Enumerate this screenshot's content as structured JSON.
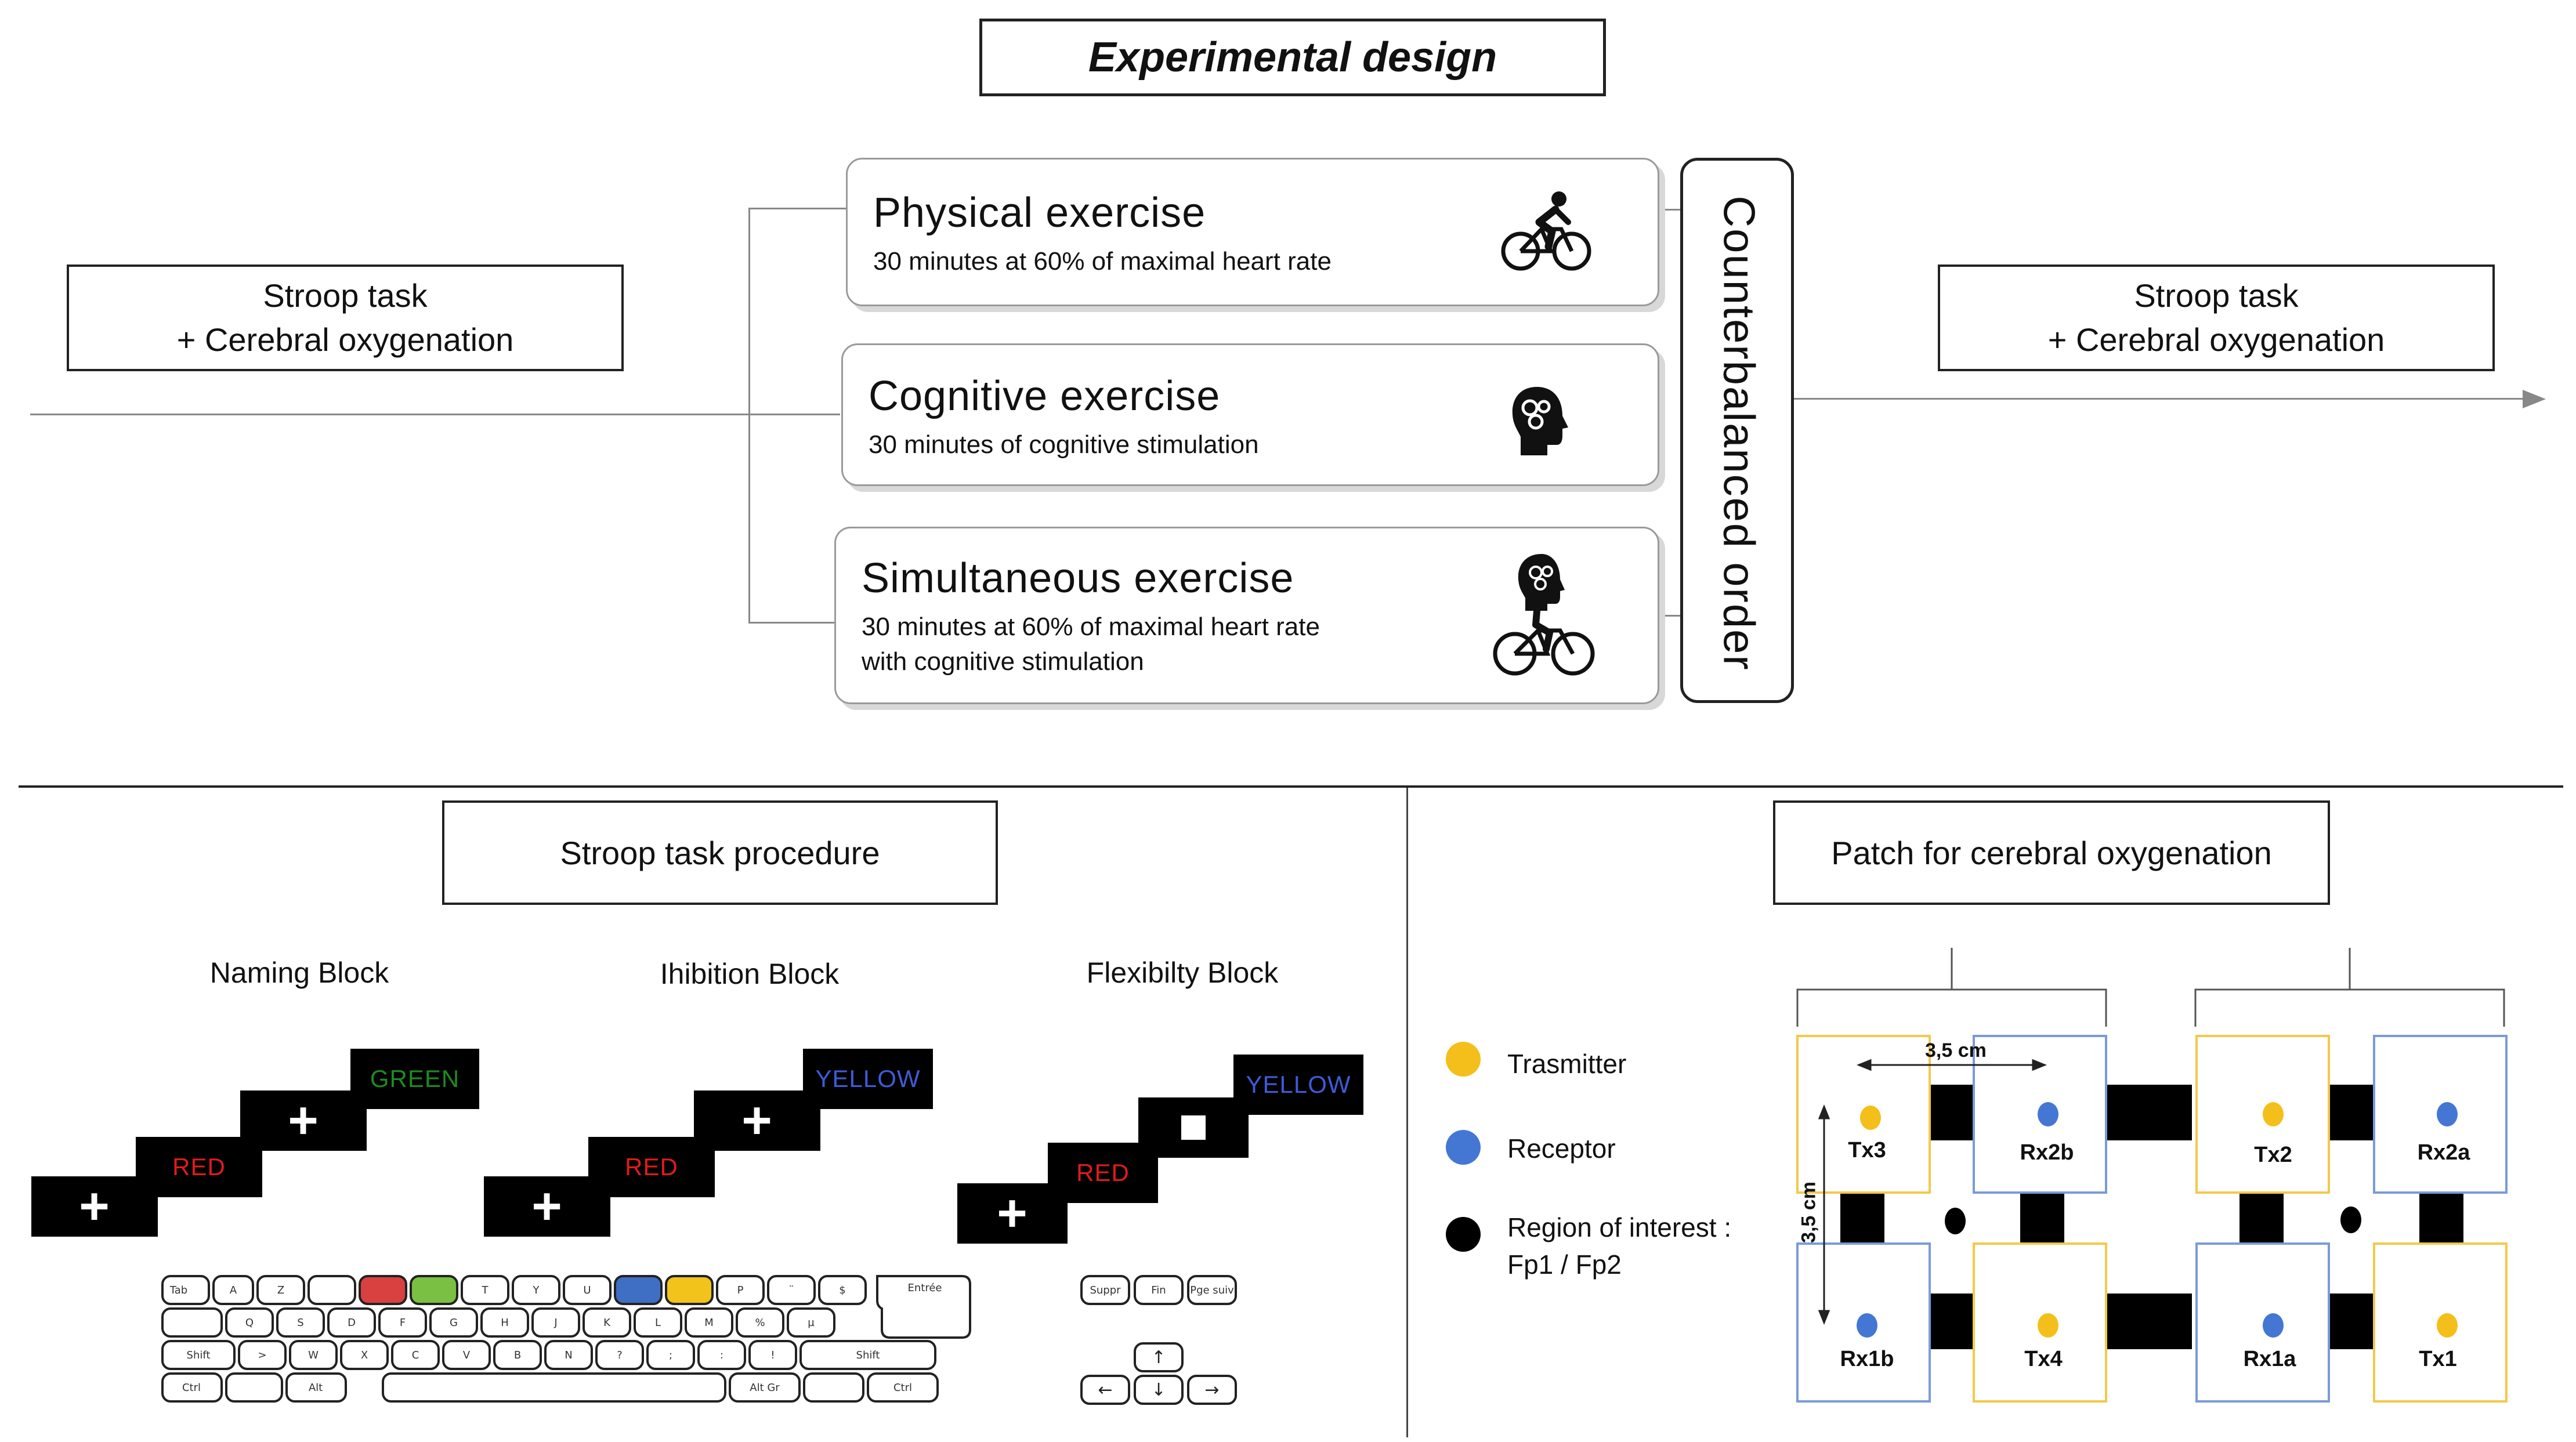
{
  "header": {
    "title": "Experimental design"
  },
  "timeline": {
    "pre": {
      "line1": "Stroop task",
      "line2": "+ Cerebral oxygenation"
    },
    "post": {
      "line1": "Stroop task",
      "line2": "+ Cerebral oxygenation"
    },
    "counterbalance": "Counterbalanced order"
  },
  "conditions": [
    {
      "title": "Physical exercise",
      "line1": "30 minutes at 60% of maximal heart rate",
      "line2": "",
      "icon": "cyclist-icon"
    },
    {
      "title": "Cognitive exercise",
      "line1": "30 minutes of cognitive stimulation",
      "line2": "",
      "icon": "brain-gears-icon"
    },
    {
      "title": "Simultaneous exercise",
      "line1": "30 minutes at 60% of maximal heart rate",
      "line2": "with cognitive stimulation",
      "icon": "brain-cyclist-icon"
    }
  ],
  "stroop": {
    "title": "Stroop task procedure",
    "blocks": [
      {
        "label": "Naming Block",
        "word1": "RED",
        "word2": "GREEN",
        "word1_color": "#e01b1b",
        "word2_color": "#1f8a1f",
        "fix2": "+"
      },
      {
        "label": "Ihibition Block",
        "word1": "RED",
        "word2": "YELLOW",
        "word1_color": "#e01b1b",
        "word2_color": "#3f5bd8",
        "fix2": "+"
      },
      {
        "label": "Flexibilty Block",
        "word1": "RED",
        "word2": "YELLOW",
        "word1_color": "#e01b1b",
        "word2_color": "#3f5bd8",
        "fix2": "square"
      }
    ],
    "fixation": "+",
    "keyboard": {
      "row1": [
        "Tab",
        "A",
        "Z",
        "",
        "",
        "T",
        "Y",
        "U",
        "",
        "",
        "P",
        "¨",
        "$",
        "Entrée"
      ],
      "row2": [
        "",
        "Q",
        "S",
        "D",
        "F",
        "G",
        "H",
        "J",
        "K",
        "L",
        "M",
        "%",
        "µ"
      ],
      "row3": [
        "Shift",
        ">",
        "W",
        "X",
        "C",
        "V",
        "B",
        "N",
        "?",
        ";",
        ":",
        "!",
        "Shift"
      ],
      "row4": [
        "Ctrl",
        "",
        "Alt",
        "",
        "Alt Gr",
        "",
        "Ctrl"
      ],
      "nav": [
        "Suppr",
        "Fin",
        "Pge suiv"
      ],
      "key_colors": {
        "red": "#d94040",
        "green": "#7ac043",
        "blue": "#3f6fc4",
        "yellow": "#f2c31b"
      }
    }
  },
  "patch": {
    "title": "Patch for cerebral oxygenation",
    "legend": [
      {
        "label": "Trasmitter",
        "color": "#f4bf1b"
      },
      {
        "label": "Receptor",
        "color": "#4477d4"
      },
      {
        "label": "Region of interest :",
        "label2": "Fp1 / Fp2",
        "color": "#000000"
      }
    ],
    "dim_h": "3,5 cm",
    "dim_v": "3,5 cm",
    "optodes": [
      {
        "label": "Tx3",
        "type": "transmitter"
      },
      {
        "label": "Rx2b",
        "type": "receptor"
      },
      {
        "label": "Tx2",
        "type": "transmitter"
      },
      {
        "label": "Rx2a",
        "type": "receptor"
      },
      {
        "label": "Rx1b",
        "type": "receptor"
      },
      {
        "label": "Tx4",
        "type": "transmitter"
      },
      {
        "label": "Rx1a",
        "type": "receptor"
      },
      {
        "label": "Tx1",
        "type": "transmitter"
      }
    ]
  }
}
